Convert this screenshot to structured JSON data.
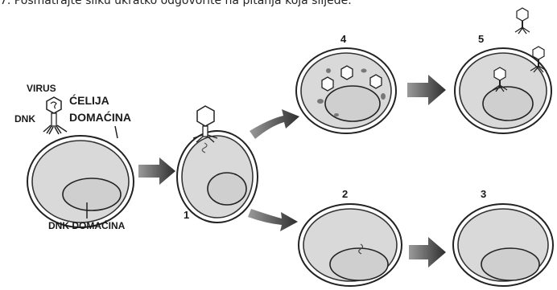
{
  "intro_text": "7. Posmatrajte sliku ukratko odgovorite na pitanja koja slijede.",
  "labels": {
    "virus": "VIRUS",
    "dnk": "DNK",
    "host_cell_line1": "ĆELIJA",
    "host_cell_line2": "DOMAĆINA",
    "host_dna": "DNK DOMAĆINA"
  },
  "step_numbers": [
    "1",
    "2",
    "3",
    "4",
    "5"
  ],
  "colors": {
    "cell_fill": "#d9d9d9",
    "cell_outline": "#222222",
    "nucleus_fill": "#cfcfcf",
    "arrow": "#444444"
  }
}
